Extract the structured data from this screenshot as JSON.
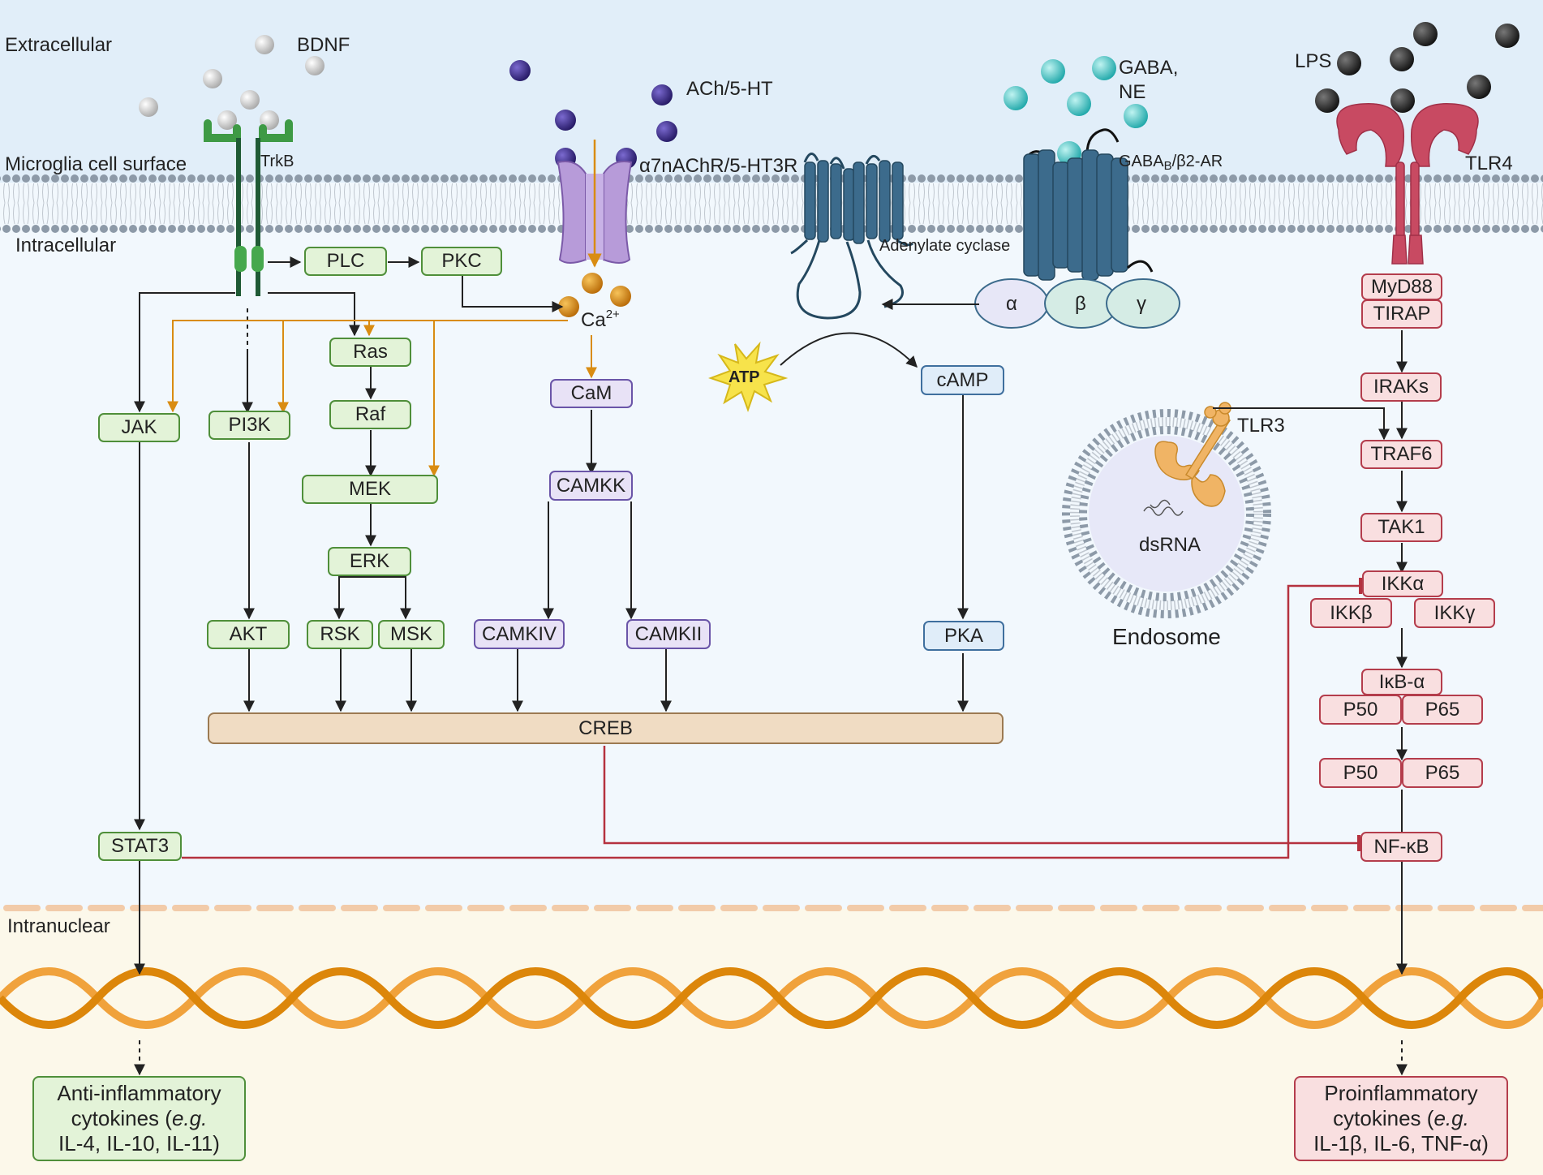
{
  "regions": {
    "extracellular": "Extracellular",
    "cell_surface": "Microglia cell surface",
    "intracellular": "Intracellular",
    "intranuclear": "Intranuclear"
  },
  "ligands": {
    "bdnf": "BDNF",
    "ach": "ACh/5-HT",
    "gaba_ne_1": "GABA,",
    "gaba_ne_2": "NE",
    "lps": "LPS"
  },
  "receptors": {
    "trkb": "TrkB",
    "a7": "α7nAChR/5-HT3R",
    "adenylate_cyclase": "Adenylate cyclase",
    "gaba_b_pre": "GABA",
    "gaba_b_sub": "B",
    "gaba_b_post": "/β2-AR",
    "tlr4": "TLR4",
    "tlr3": "TLR3"
  },
  "g_protein": {
    "alpha": "α",
    "beta": "β",
    "gamma": "γ"
  },
  "calcium": {
    "base": "Ca",
    "charge": "2+"
  },
  "atp": "ATP",
  "endosome": {
    "label": "Endosome",
    "content": "dsRNA"
  },
  "nodes": {
    "plc": "PLC",
    "pkc": "PKC",
    "ras": "Ras",
    "raf": "Raf",
    "mek": "MEK",
    "erk": "ERK",
    "rsk": "RSK",
    "msk": "MSK",
    "jak": "JAK",
    "pi3k": "PI3K",
    "akt": "AKT",
    "stat3": "STAT3",
    "cam": "CaM",
    "camkk": "CAMKK",
    "camkiv": "CAMKIV",
    "camkii": "CAMKII",
    "camp": "cAMP",
    "pka": "PKA",
    "creb": "CREB",
    "myd88": "MyD88",
    "tirap": "TIRAP",
    "iraks": "IRAKs",
    "traf6": "TRAF6",
    "tak1": "TAK1",
    "ikka": "IKKα",
    "ikkb": "IKKβ",
    "ikkg": "IKKγ",
    "ikba": "IκB-α",
    "p50a": "P50",
    "p65a": "P65",
    "p50b": "P50",
    "p65b": "P65",
    "nfkb": "NF-κB"
  },
  "outputs": {
    "anti": {
      "line1": "Anti-inflammatory",
      "line2_pre": "cytokines (",
      "line2_em": "e.g.",
      "line3": "IL-4, IL-10, IL-11)"
    },
    "pro": {
      "line1": "Proinflammatory",
      "line2_pre": "cytokines (",
      "line2_em": "e.g.",
      "line3": "IL-1β, IL-6, TNF-α)"
    }
  },
  "colors": {
    "extracellular_bg": "#e1eef9",
    "intracellular_bg": "#f2f8fd",
    "nucleus_bg": "#fcf8ea",
    "membrane": "#8d9aa8",
    "signal_arrow": "#222222",
    "calcium_arrow": "#d98c12",
    "inhibition": "#b5323f",
    "dna": "#e8920f",
    "trkb": "#3e9a45",
    "a7nachr": "#b79bd9",
    "gpcr": "#3c6b8c",
    "tlr4": "#c84a62",
    "tlr3": "#f0b465"
  }
}
